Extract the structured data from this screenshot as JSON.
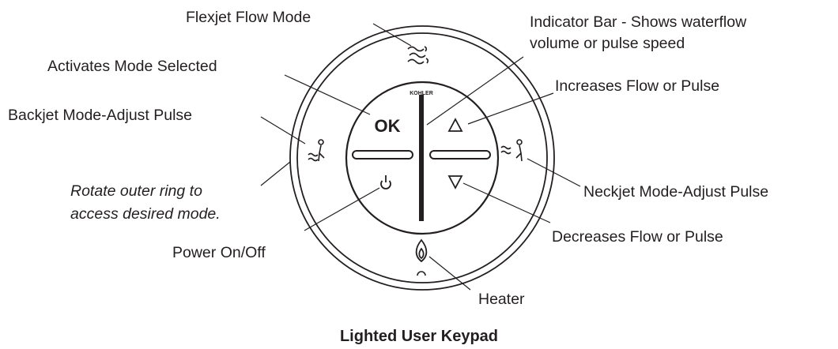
{
  "title": "Lighted User Keypad",
  "keypad": {
    "brand": "KOHLER",
    "ok_label": "OK"
  },
  "labels": {
    "flexjet": "Flexjet Flow Mode",
    "activates": "Activates Mode Selected",
    "backjet": "Backjet Mode-Adjust Pulse",
    "rotate_line1": "Rotate outer ring to",
    "rotate_line2": "access desired mode.",
    "power": "Power On/Off",
    "indicator_line1": "Indicator Bar - Shows waterflow",
    "indicator_line2": "volume or pulse speed",
    "increases": "Increases Flow or Pulse",
    "neckjet": "Neckjet Mode-Adjust Pulse",
    "decreases": "Decreases Flow or Pulse",
    "heater": "Heater"
  },
  "icons": {
    "flexjet": "flow-waves-icon",
    "backjet": "backjet-figure-icon",
    "neckjet": "neckjet-figure-icon",
    "increase": "triangle-up-icon",
    "decrease": "triangle-down-icon",
    "power": "power-icon",
    "heater": "flame-icon"
  },
  "colors": {
    "ink": "#231f20",
    "background": "#ffffff"
  }
}
